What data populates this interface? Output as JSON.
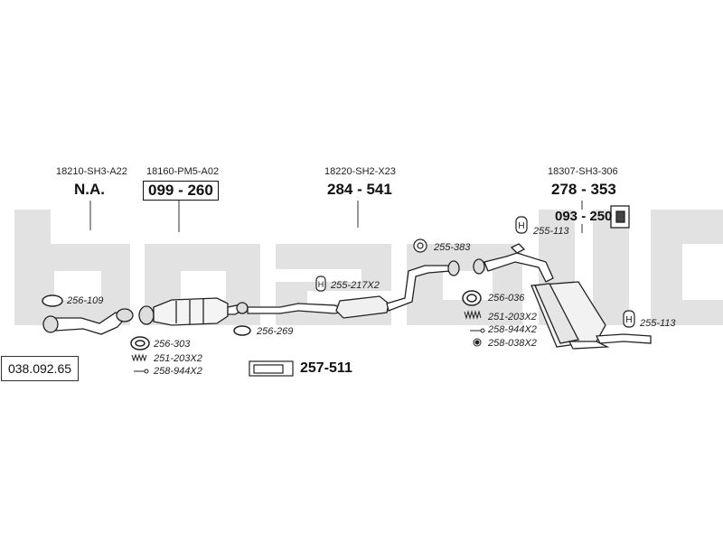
{
  "reference": "038.092.65",
  "brand": "bosal",
  "groups": [
    {
      "oem": "18210-SH3-A22",
      "part": "N.A."
    },
    {
      "oem": "18160-PM5-A02",
      "part": "099 - 260"
    },
    {
      "oem": "18220-SH2-X23",
      "part": "284 - 541"
    },
    {
      "oem": "18307-SH3-306",
      "part": "278 - 353"
    }
  ],
  "accessory_big": "093 - 250",
  "mount_kit": "257-511",
  "parts": {
    "p256_109": "256-109",
    "p256_303": "256-303",
    "p251_203_a": "251-203X2",
    "p258_944_a": "258-944X2",
    "p256_269": "256-269",
    "p255_217": "255-217X2",
    "p255_383": "255-383",
    "p255_113_top": "255-113",
    "p256_036": "256-036",
    "p251_203_b": "251-203X2",
    "p258_944_b": "258-944X2",
    "p258_038": "258-038X2",
    "p255_113_right": "255-113"
  },
  "icon_letter": "H"
}
